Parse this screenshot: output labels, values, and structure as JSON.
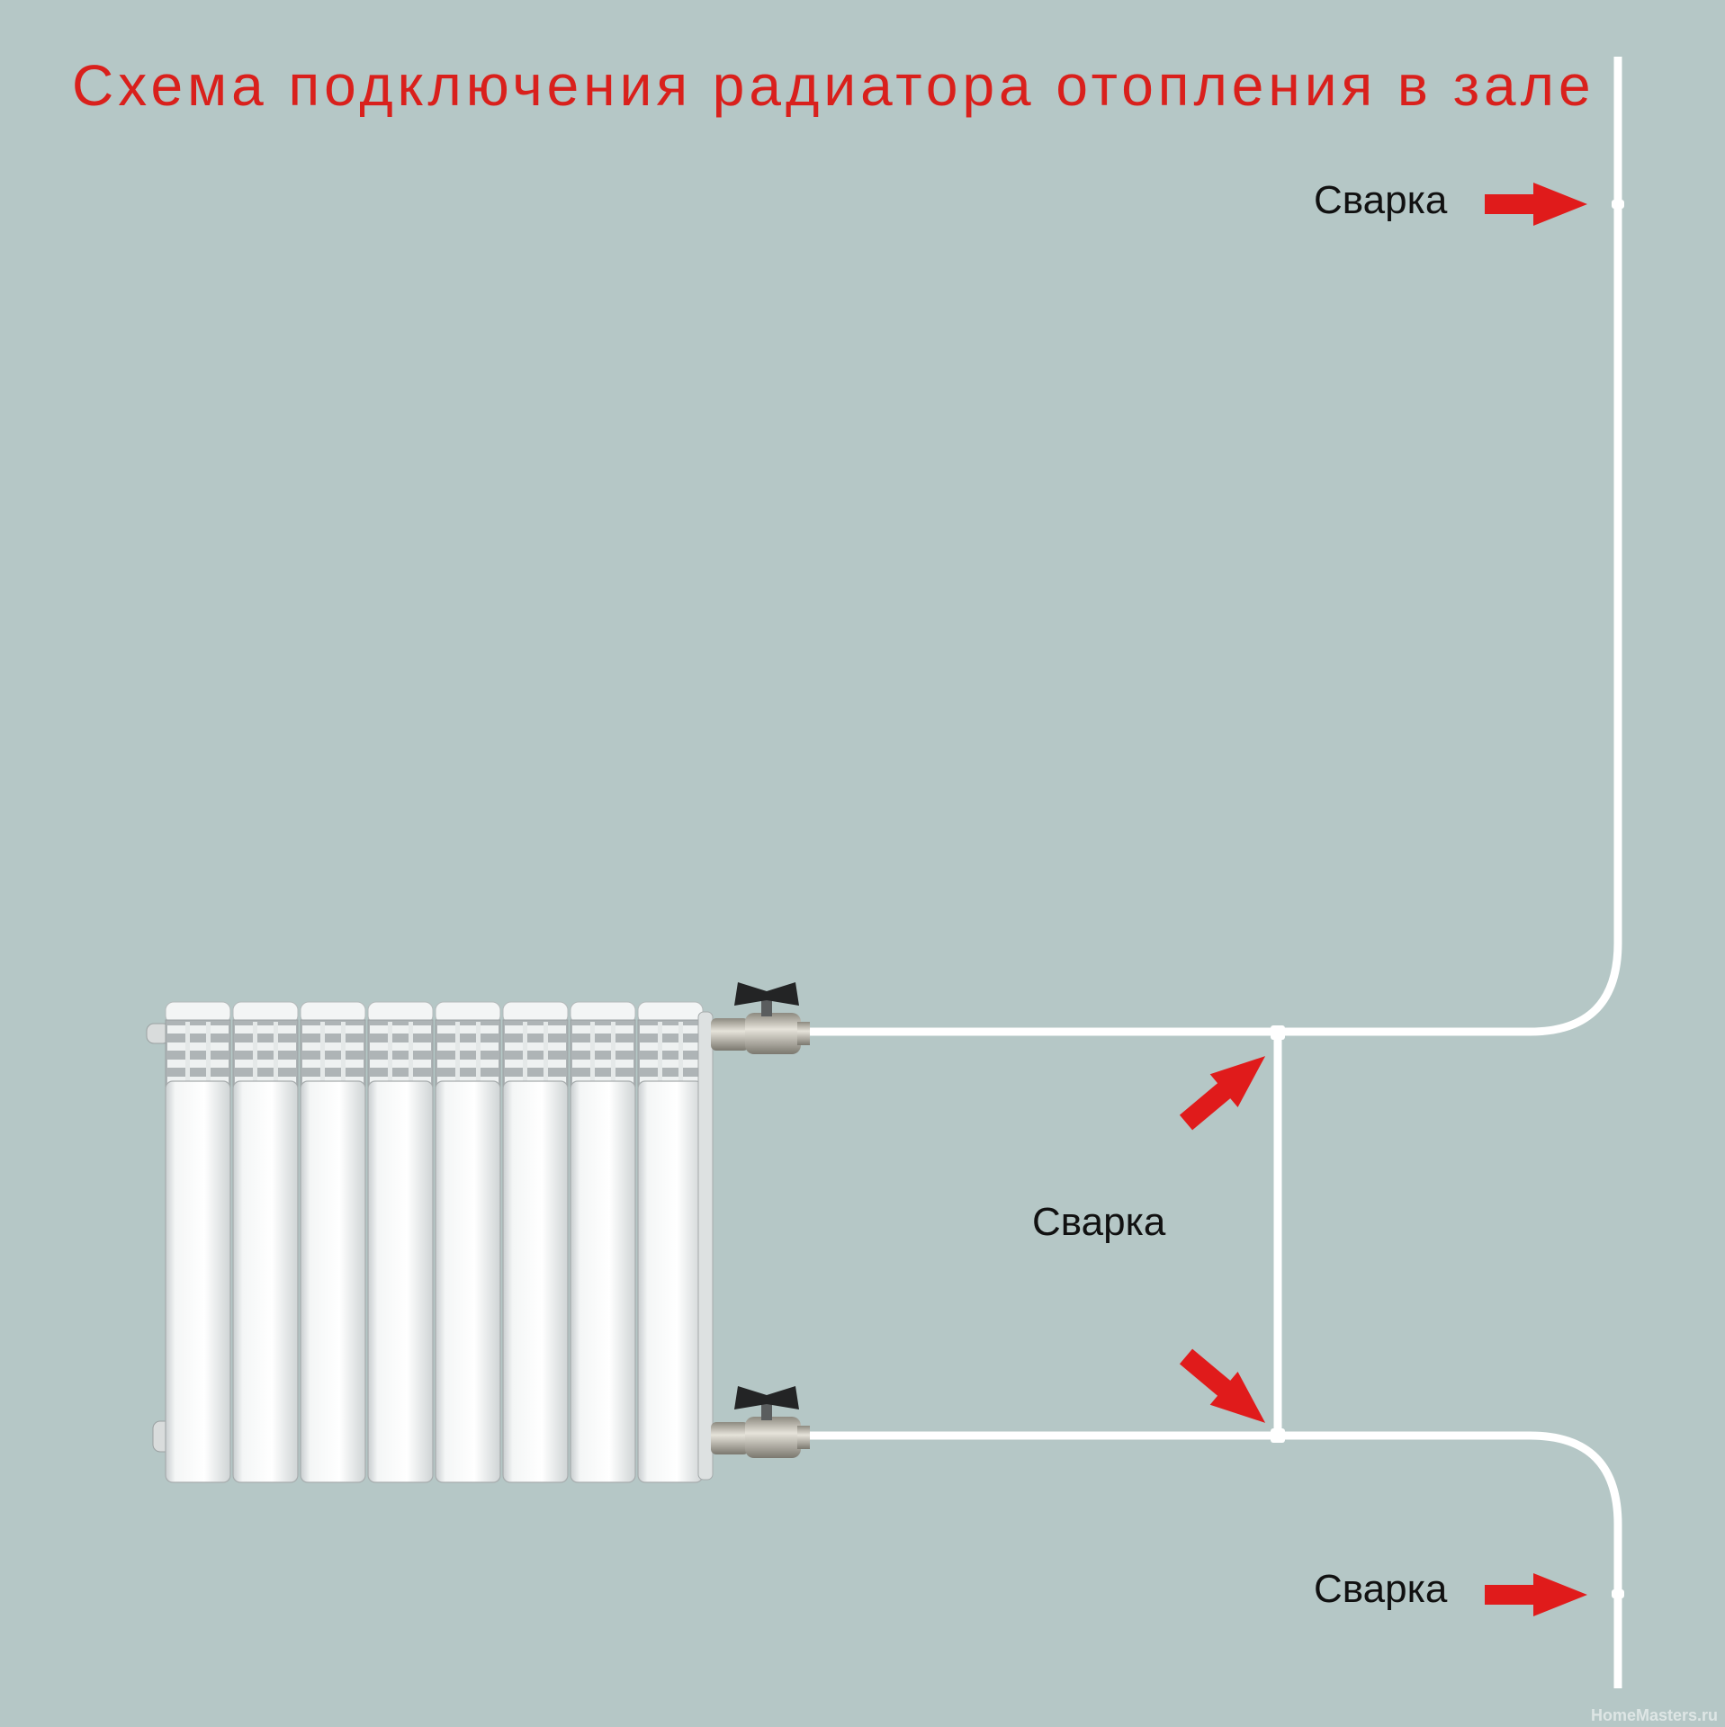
{
  "title": "Схема подключения радиатора отопления в зале",
  "labels": {
    "weld_top": "Сварка",
    "weld_middle": "Сварка",
    "weld_bottom": "Сварка"
  },
  "watermark": "HomeMasters.ru",
  "colors": {
    "background": "#b5c7c6",
    "title": "#d9201c",
    "arrow": "#e01b1b",
    "pipe": "#ffffff",
    "radiator": "#eef0f0"
  },
  "radiator": {
    "sections": 8
  }
}
